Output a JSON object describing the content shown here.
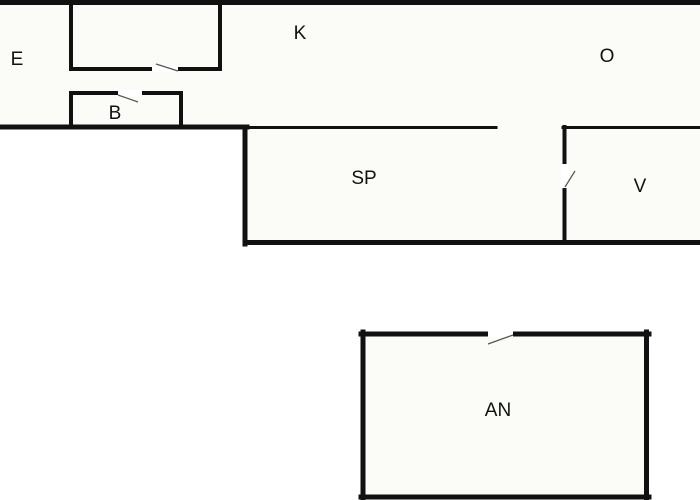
{
  "colors": {
    "wall": "#111111",
    "floor": "#fbfbf7",
    "background": "#ffffff",
    "door_leaf": "#555555"
  },
  "rooms": {
    "e": "E",
    "k": "K",
    "o": "O",
    "b": "B",
    "sp": "SP",
    "v": "V",
    "an": "AN"
  }
}
